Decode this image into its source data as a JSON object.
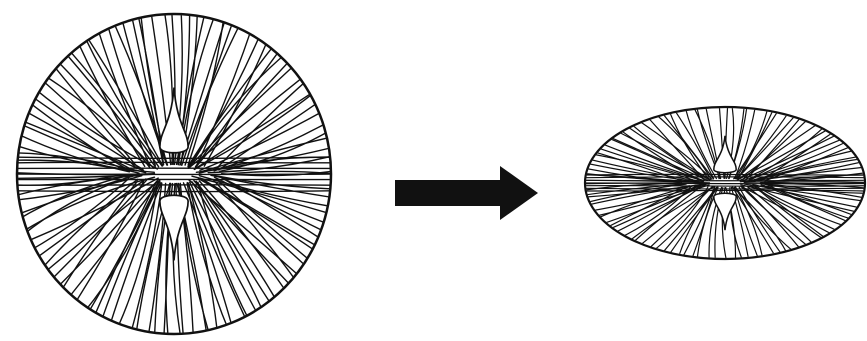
{
  "diagram": {
    "source_figure": {
      "shape": "circle",
      "pattern": "radial-fibres-with-two-teardrop-voids"
    },
    "arrow": {
      "direction": "right"
    },
    "result_figure": {
      "shape": "ellipse",
      "pattern": "radial-fibres-with-two-teardrop-voids"
    },
    "colors": {
      "ink": "#111111",
      "background": "#ffffff"
    }
  }
}
